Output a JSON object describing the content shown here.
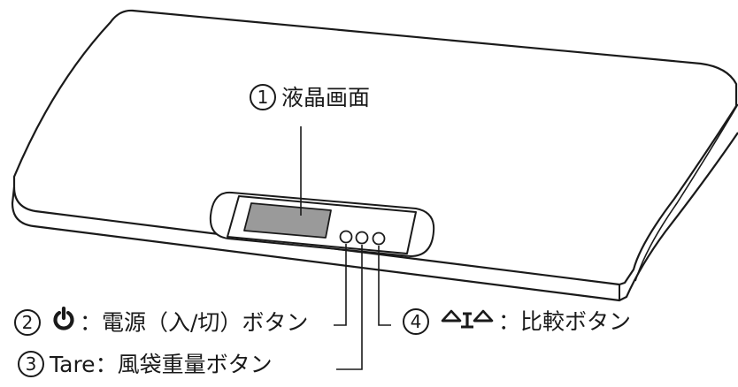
{
  "callouts": [
    {
      "number": "1",
      "text": "液晶画面"
    },
    {
      "number": "2",
      "icon": "power-icon",
      "text": "：電源（入/切）ボタン"
    },
    {
      "number": "3",
      "text": "Tare：風袋重量ボタン"
    },
    {
      "number": "4",
      "icon": "balance-scale-icon",
      "text": "：比較ボタン"
    }
  ],
  "colors": {
    "line": "#1a1a1a",
    "lcd_fill": "#9a9a9a",
    "background": "#ffffff"
  }
}
